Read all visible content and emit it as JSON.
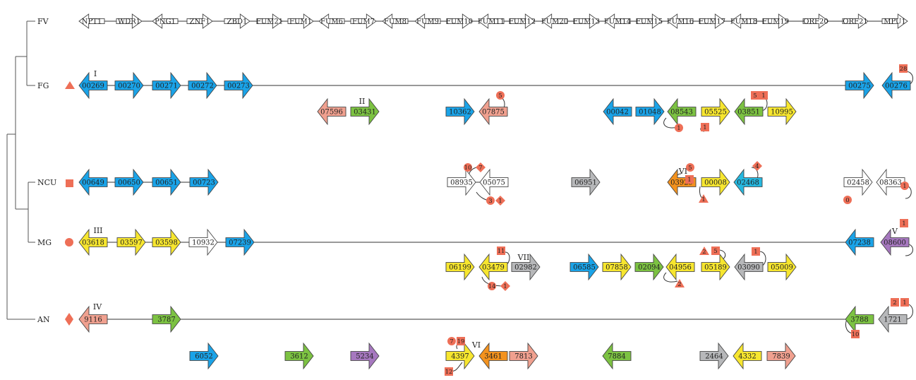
{
  "colors": {
    "blue": "#1aa3e8",
    "salmon": "#f0a08f",
    "green": "#7cc242",
    "yellow": "#f7e62f",
    "white": "#ffffff",
    "gray": "#b7b8ba",
    "purple": "#a678bf",
    "orange": "#f3921e",
    "cyan": "#25b8e0",
    "marker": "#ee6f57"
  },
  "species": [
    {
      "id": "FV",
      "label": "FV"
    },
    {
      "id": "FG",
      "label": "FG",
      "marker": "triangle"
    },
    {
      "id": "NCU",
      "label": "NCU",
      "marker": "square"
    },
    {
      "id": "MG",
      "label": "MG",
      "marker": "circle"
    },
    {
      "id": "AN",
      "label": "AN",
      "marker": "diamond"
    }
  ],
  "clusters": [
    {
      "id": "fv",
      "genes": [
        {
          "label": "NPT1",
          "dir": "left",
          "color": "white"
        },
        {
          "label": "WDR1",
          "dir": "right",
          "color": "white"
        },
        {
          "label": "PNG1",
          "dir": "left",
          "color": "white"
        },
        {
          "label": "ZNF1",
          "dir": "right",
          "color": "white"
        },
        {
          "label": "ZBD1",
          "dir": "right",
          "color": "white"
        },
        {
          "label": "FUM21",
          "dir": "right",
          "color": "white"
        },
        {
          "label": "FUM1",
          "dir": "right",
          "color": "white"
        },
        {
          "label": "FUM6",
          "dir": "left",
          "color": "white"
        },
        {
          "label": "FUM7",
          "dir": "right",
          "color": "white"
        },
        {
          "label": "FUM8",
          "dir": "left",
          "color": "white"
        },
        {
          "label": "FUM9",
          "dir": "left",
          "color": "white"
        },
        {
          "label": "FUM10",
          "dir": "right",
          "color": "white"
        },
        {
          "label": "FUM11",
          "dir": "left",
          "color": "white"
        },
        {
          "label": "FUM12",
          "dir": "right",
          "color": "white"
        },
        {
          "label": "FUM20",
          "dir": "left",
          "color": "white"
        },
        {
          "label": "FUM13",
          "dir": "right",
          "color": "white"
        },
        {
          "label": "FUM14",
          "dir": "left",
          "color": "white"
        },
        {
          "label": "FUM15",
          "dir": "right",
          "color": "white"
        },
        {
          "label": "FUM16",
          "dir": "left",
          "color": "white"
        },
        {
          "label": "FUM17",
          "dir": "right",
          "color": "white"
        },
        {
          "label": "FUM18",
          "dir": "left",
          "color": "white"
        },
        {
          "label": "FUM19",
          "dir": "right",
          "color": "white"
        },
        {
          "label": "ORF20",
          "dir": "right",
          "color": "white"
        },
        {
          "label": "ORF21",
          "dir": "right",
          "color": "white"
        },
        {
          "label": "MPU1",
          "dir": "right",
          "color": "white"
        }
      ]
    },
    {
      "id": "fg-main",
      "genes": [
        {
          "label": "00269",
          "dir": "left",
          "color": "blue"
        },
        {
          "label": "00270",
          "dir": "right",
          "color": "blue"
        },
        {
          "label": "00271",
          "dir": "right",
          "color": "blue"
        },
        {
          "label": "00272",
          "dir": "right",
          "color": "blue"
        },
        {
          "label": "00273",
          "dir": "right",
          "color": "blue"
        },
        {
          "label": "00275",
          "dir": "right",
          "color": "blue"
        },
        {
          "label": "00276",
          "dir": "left",
          "color": "blue"
        }
      ]
    },
    {
      "id": "fg-sub",
      "genes": [
        {
          "label": "07596",
          "dir": "left",
          "color": "salmon"
        },
        {
          "label": "03431",
          "dir": "right",
          "color": "green"
        },
        {
          "label": "10362",
          "dir": "right",
          "color": "blue"
        },
        {
          "label": "07875",
          "dir": "left",
          "color": "salmon"
        },
        {
          "label": "00042",
          "dir": "left",
          "color": "blue"
        },
        {
          "label": "01048",
          "dir": "right",
          "color": "blue"
        },
        {
          "label": "08543",
          "dir": "left",
          "color": "green"
        },
        {
          "label": "05525",
          "dir": "right",
          "color": "yellow"
        },
        {
          "label": "03851",
          "dir": "left",
          "color": "green"
        },
        {
          "label": "10995",
          "dir": "right",
          "color": "yellow"
        }
      ]
    },
    {
      "id": "ncu",
      "genes": [
        {
          "label": "00649",
          "dir": "left",
          "color": "blue"
        },
        {
          "label": "00650",
          "dir": "right",
          "color": "blue"
        },
        {
          "label": "00651",
          "dir": "right",
          "color": "blue"
        },
        {
          "label": "00723",
          "dir": "right",
          "color": "blue"
        },
        {
          "label": "08935",
          "dir": "right",
          "color": "white"
        },
        {
          "label": "05075",
          "dir": "left",
          "color": "white"
        },
        {
          "label": "06951",
          "dir": "right",
          "color": "gray"
        },
        {
          "label": "03929",
          "dir": "left",
          "color": "orange"
        },
        {
          "label": "00008",
          "dir": "right",
          "color": "yellow"
        },
        {
          "label": "02468",
          "dir": "left",
          "color": "cyan"
        },
        {
          "label": "02458",
          "dir": "right",
          "color": "white"
        },
        {
          "label": "08363",
          "dir": "left",
          "color": "white"
        }
      ]
    },
    {
      "id": "mg-main",
      "genes": [
        {
          "label": "03618",
          "dir": "left",
          "color": "yellow"
        },
        {
          "label": "03597",
          "dir": "right",
          "color": "yellow"
        },
        {
          "label": "03598",
          "dir": "right",
          "color": "yellow"
        },
        {
          "label": "10932",
          "dir": "right",
          "color": "white"
        },
        {
          "label": "07239",
          "dir": "right",
          "color": "blue"
        },
        {
          "label": "07238",
          "dir": "left",
          "color": "blue"
        },
        {
          "label": "08600",
          "dir": "left",
          "color": "purple"
        }
      ]
    },
    {
      "id": "mg-sub",
      "genes": [
        {
          "label": "06199",
          "dir": "right",
          "color": "yellow"
        },
        {
          "label": "03479",
          "dir": "left",
          "color": "yellow"
        },
        {
          "label": "02982",
          "dir": "right",
          "color": "gray"
        },
        {
          "label": "06585",
          "dir": "right",
          "color": "blue"
        },
        {
          "label": "07858",
          "dir": "right",
          "color": "yellow"
        },
        {
          "label": "02094",
          "dir": "right",
          "color": "green"
        },
        {
          "label": "04956",
          "dir": "left",
          "color": "yellow"
        },
        {
          "label": "05189",
          "dir": "right",
          "color": "yellow"
        },
        {
          "label": "03090",
          "dir": "left",
          "color": "gray"
        },
        {
          "label": "05009",
          "dir": "right",
          "color": "yellow"
        }
      ]
    },
    {
      "id": "an-main",
      "genes": [
        {
          "label": "9116",
          "dir": "left",
          "color": "salmon"
        },
        {
          "label": "3787",
          "dir": "right",
          "color": "green"
        },
        {
          "label": "3788",
          "dir": "left",
          "color": "green"
        },
        {
          "label": "1721",
          "dir": "left",
          "color": "gray"
        }
      ]
    },
    {
      "id": "an-sub",
      "genes": [
        {
          "label": "6052",
          "dir": "right",
          "color": "blue"
        },
        {
          "label": "3612",
          "dir": "right",
          "color": "green"
        },
        {
          "label": "5234",
          "dir": "right",
          "color": "purple"
        },
        {
          "label": "4397",
          "dir": "right",
          "color": "yellow"
        },
        {
          "label": "3461",
          "dir": "left",
          "color": "orange"
        },
        {
          "label": "7813",
          "dir": "right",
          "color": "salmon"
        },
        {
          "label": "7884",
          "dir": "left",
          "color": "green"
        },
        {
          "label": "2464",
          "dir": "right",
          "color": "gray"
        },
        {
          "label": "4332",
          "dir": "left",
          "color": "yellow"
        },
        {
          "label": "7839",
          "dir": "right",
          "color": "salmon"
        }
      ]
    }
  ],
  "cluster_labels": [
    "I",
    "II",
    "III",
    "IV",
    "V",
    "VI",
    "VI",
    "VII"
  ],
  "region_badges": [
    "28",
    "5",
    "1",
    "1",
    "5",
    "1",
    "10",
    "7",
    "3",
    "1",
    "5",
    "1",
    "4",
    "0",
    "1",
    "1",
    "1",
    "11",
    "14",
    "1",
    "2",
    "5",
    "1",
    "2",
    "2",
    "1",
    "10",
    "7",
    "19",
    "12"
  ]
}
